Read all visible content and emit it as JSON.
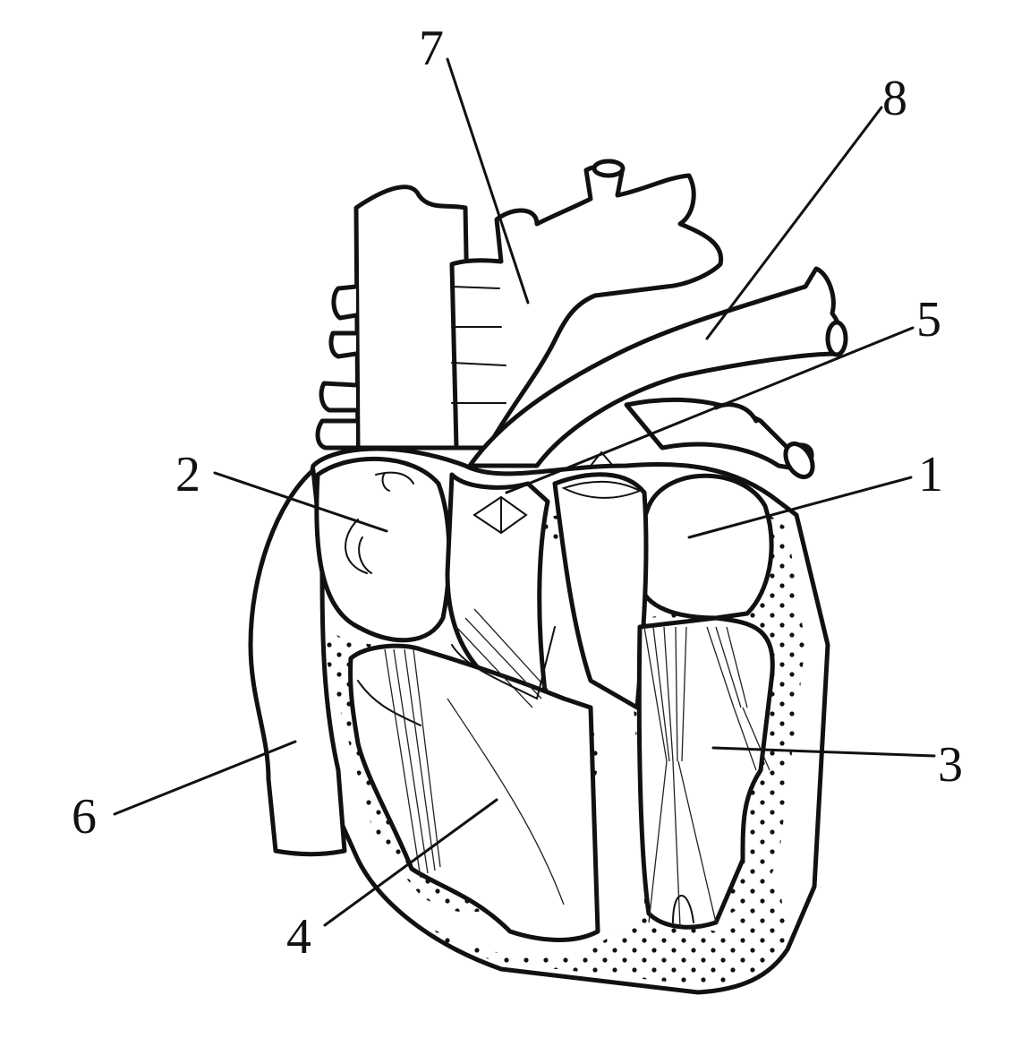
{
  "diagram": {
    "labels": [
      {
        "id": "label-1",
        "text": "1"
      },
      {
        "id": "label-2",
        "text": "2"
      },
      {
        "id": "label-3",
        "text": "3"
      },
      {
        "id": "label-4",
        "text": "4"
      },
      {
        "id": "label-5",
        "text": "5"
      },
      {
        "id": "label-6",
        "text": "6"
      },
      {
        "id": "label-7",
        "text": "7"
      },
      {
        "id": "label-8",
        "text": "8"
      }
    ],
    "colors": {
      "ink": "#111111",
      "background": "#ffffff"
    }
  }
}
